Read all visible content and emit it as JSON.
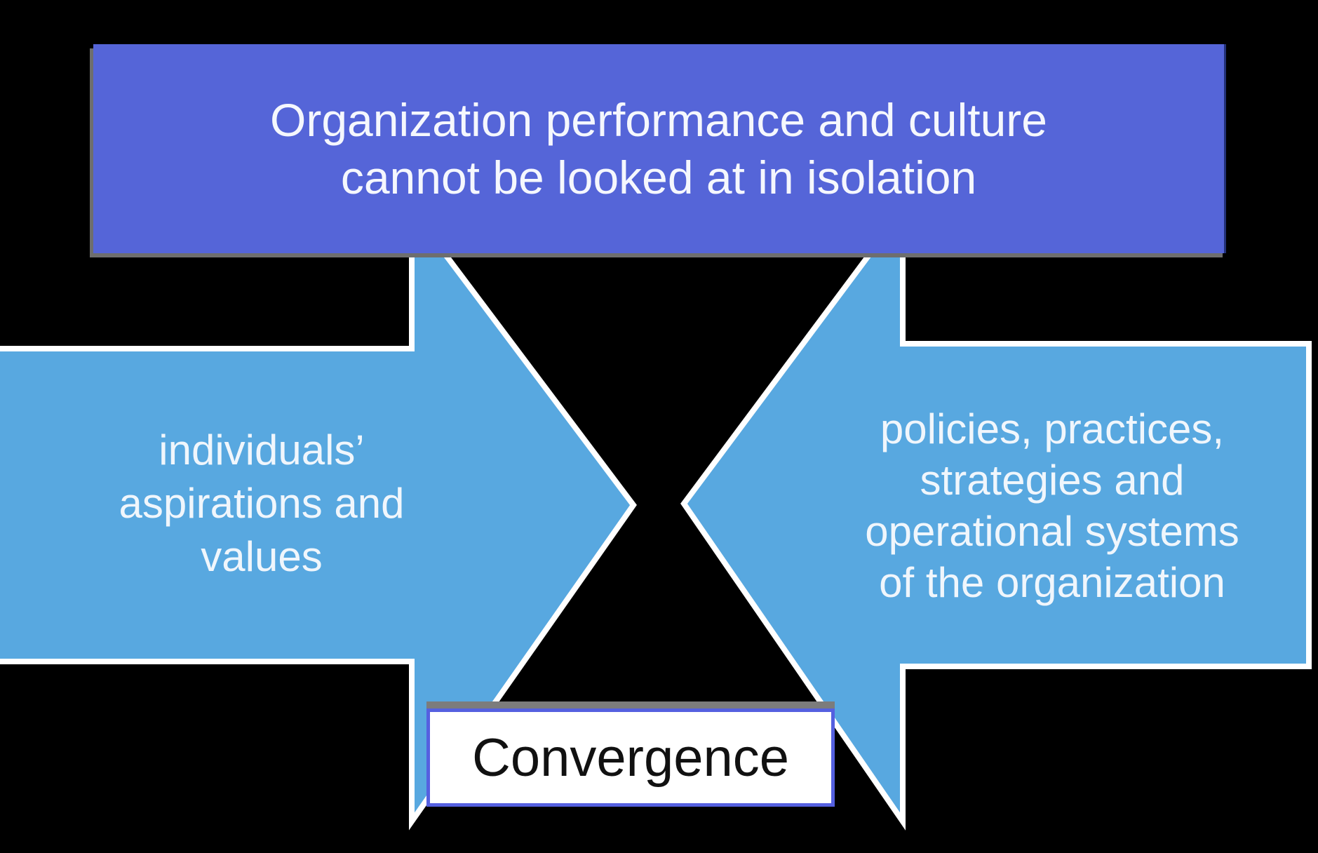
{
  "canvas": {
    "background_color": "#000000"
  },
  "title_box": {
    "line1": "Organization performance and culture",
    "line2": "cannot be looked at in isolation",
    "fill_color": "#5565D8",
    "text_color": "#F5F7FD",
    "edge_color": "#233179",
    "shadow_color": "#6E6E6E"
  },
  "left_arrow": {
    "direction": "right",
    "fill_color": "#58A8E0",
    "outline_color": "#FFFFFF",
    "text_color": "#F0F6FC",
    "line1": "individuals’",
    "line2": "aspirations and",
    "line3": "values"
  },
  "right_arrow": {
    "direction": "left",
    "fill_color": "#58A8E0",
    "outline_color": "#FFFFFF",
    "text_color": "#F0F6FC",
    "line1": "policies, practices,",
    "line2": "strategies and",
    "line3": "operational systems",
    "line4": "of the organization"
  },
  "convergence_box": {
    "label": "Convergence",
    "fill_color": "#FFFFFF",
    "border_color": "#5560E0",
    "text_color": "#111111",
    "shadow_color": "#7C7C7C"
  }
}
